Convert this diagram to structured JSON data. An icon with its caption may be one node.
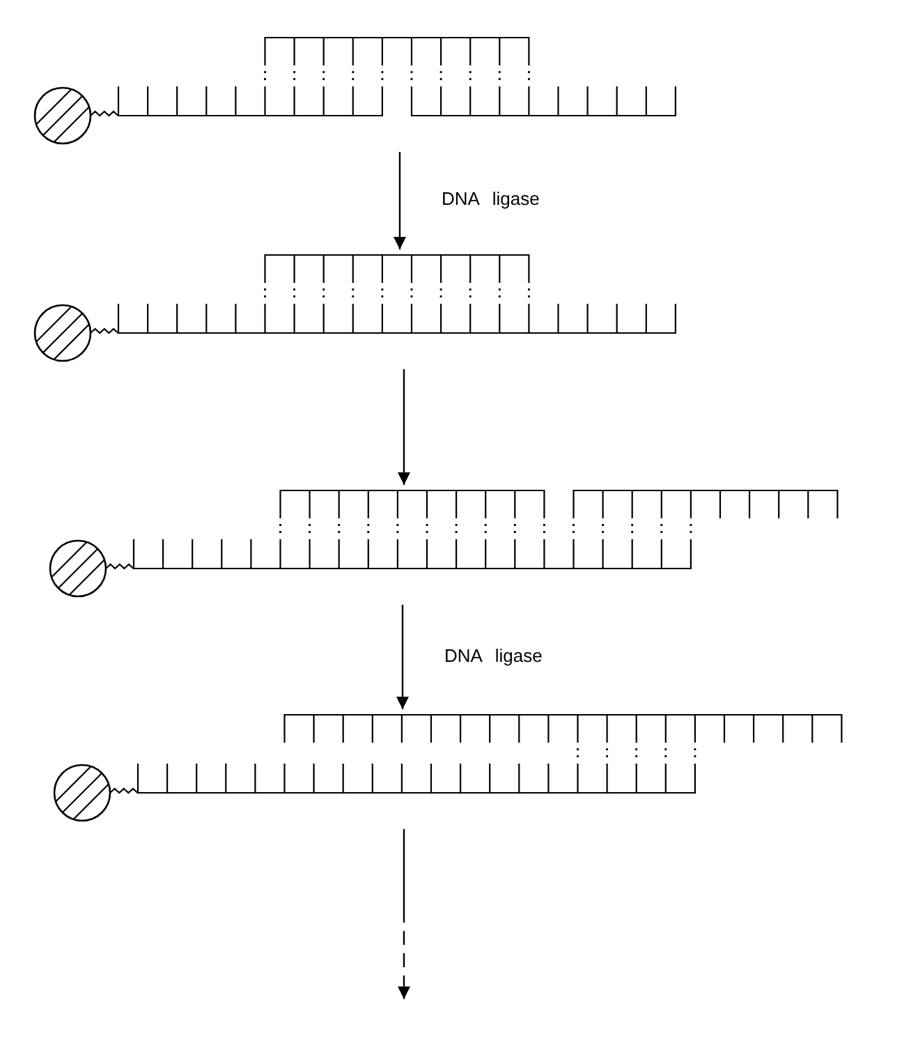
{
  "diagram": {
    "nodes": [
      {
        "text": [],
        "shape": "picture"
      },
      {
        "text": [],
        "shape": "picture"
      },
      {
        "text": [],
        "shape": "picture"
      },
      {
        "text": [],
        "shape": "picture"
      }
    ],
    "edges": [
      {
        "from": 0,
        "to": 1,
        "arrow": "to",
        "label": "DNA ligase"
      },
      {
        "from": 1,
        "to": 2,
        "arrow": "to"
      },
      {
        "from": 2,
        "to": 3,
        "arrow": "to",
        "label": "DNA ligase"
      },
      {
        "from": 3,
        "to": null,
        "arrow": "to",
        "style": "dashed"
      }
    ]
  }
}
